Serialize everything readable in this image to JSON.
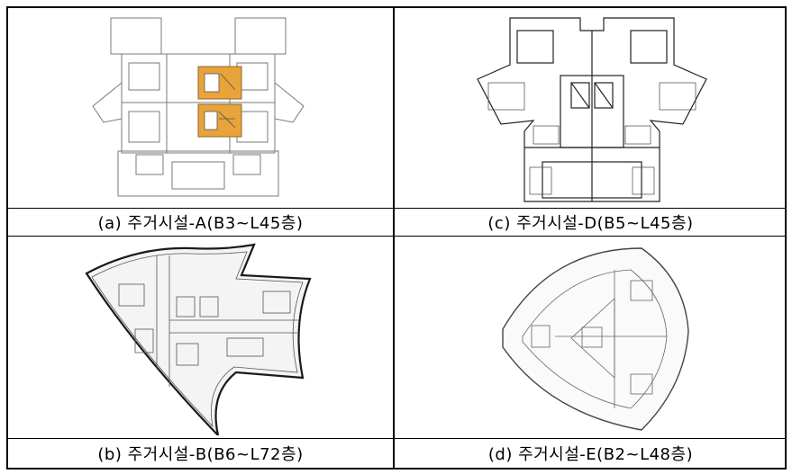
{
  "panels": [
    {
      "id": "a",
      "caption": "(a)  주거시설-A(B3~L45층)"
    },
    {
      "id": "c",
      "caption": "(c)  주거시설-D(B5~L45층)"
    },
    {
      "id": "b",
      "caption": "(b)  주거시설-B(B6~L72층)"
    },
    {
      "id": "d",
      "caption": "(d)  주거시설-E(B2~L48층)"
    }
  ],
  "highlight_color": "#e8a33a"
}
